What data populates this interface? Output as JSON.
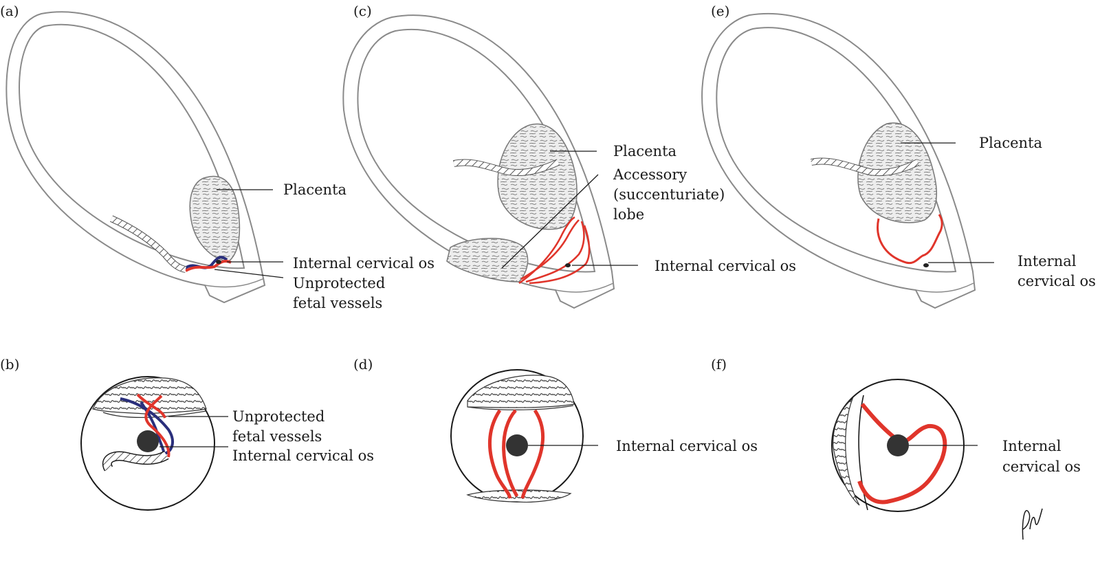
{
  "panels": {
    "a": {
      "letter": "(a)",
      "placenta": "Placenta",
      "os": "Internal cervical os",
      "vessels_1": "Unprotected",
      "vessels_2": "fetal vessels"
    },
    "b": {
      "letter": "(b)",
      "vessels_1": "Unprotected",
      "vessels_2": "fetal vessels",
      "os": "Internal cervical os"
    },
    "c": {
      "letter": "(c)",
      "placenta": "Placenta",
      "lobe_1": "Accessory",
      "lobe_2": "(succenturiate)",
      "lobe_3": "lobe",
      "os": "Internal cervical os"
    },
    "d": {
      "letter": "(d)",
      "os": "Internal cervical os"
    },
    "e": {
      "letter": "(e)",
      "placenta": "Placenta",
      "os_1": "Internal",
      "os_2": "cervical os"
    },
    "f": {
      "letter": "(f)",
      "os_1": "Internal",
      "os_2": "cervical os"
    }
  },
  "colors": {
    "vessel_red": "#e0352b",
    "vessel_blue": "#2a2f7c",
    "outline": "#8a8a8a",
    "ink": "#1a1a1a",
    "os_fill": "#333333"
  }
}
